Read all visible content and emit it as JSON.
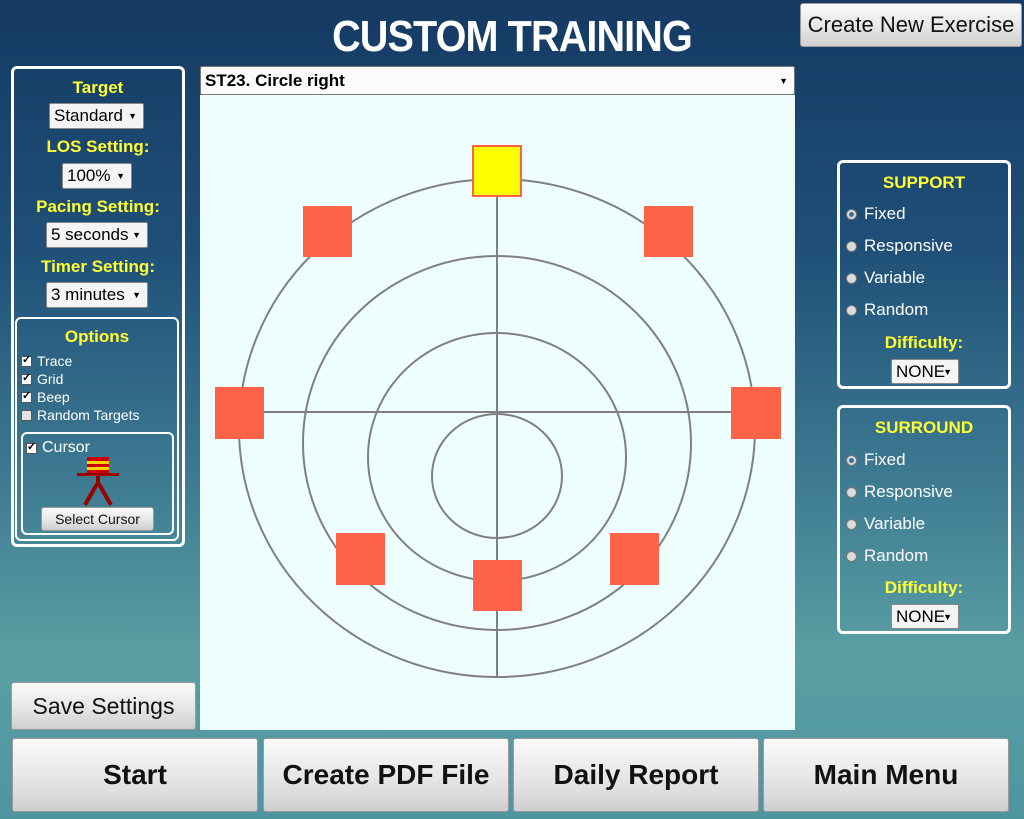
{
  "title": "CUSTOM TRAINING",
  "create_new_exercise": "Create New Exercise",
  "exercise_select": "ST23. Circle right",
  "left": {
    "target_label": "Target",
    "target_value": "Standard",
    "los_label": "LOS Setting:",
    "los_value": "100%",
    "pacing_label": "Pacing Setting:",
    "pacing_value": "5 seconds",
    "timer_label": "Timer Setting:",
    "timer_value": "3 minutes",
    "options_label": "Options",
    "options": [
      {
        "label": "Trace",
        "checked": true
      },
      {
        "label": "Grid",
        "checked": true
      },
      {
        "label": "Beep",
        "checked": true
      },
      {
        "label": "Random Targets",
        "checked": false
      }
    ],
    "cursor_label": "Cursor",
    "cursor_checked": true,
    "select_cursor": "Select Cursor"
  },
  "support": {
    "title": "SUPPORT",
    "options": [
      "Fixed",
      "Responsive",
      "Variable",
      "Random"
    ],
    "selected": "Fixed",
    "difficulty_label": "Difficulty:",
    "difficulty_value": "NONE"
  },
  "surround": {
    "title": "SURROUND",
    "options": [
      "Fixed",
      "Responsive",
      "Variable",
      "Random"
    ],
    "selected": "Fixed",
    "difficulty_label": "Difficulty:",
    "difficulty_value": "NONE"
  },
  "save_settings": "Save Settings",
  "bottom": {
    "start": "Start",
    "create_pdf": "Create PDF File",
    "daily_report": "Daily Report",
    "main_menu": "Main Menu"
  },
  "colors": {
    "target_active": "#ffff00",
    "target_inactive": "#ff6347",
    "label_yellow": "#ffff33",
    "grid_line": "#808080"
  }
}
